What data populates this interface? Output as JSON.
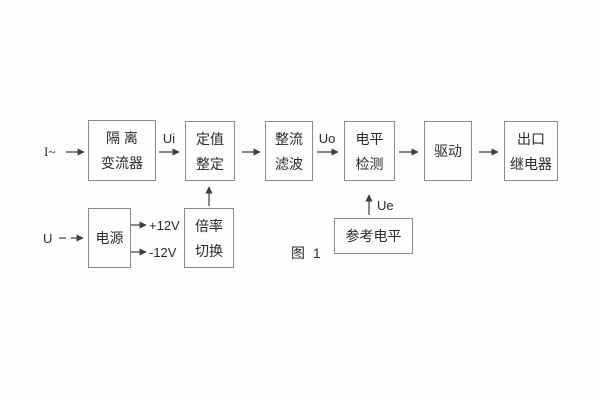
{
  "figure": {
    "caption": "图 1"
  },
  "colors": {
    "background": "#fdfdfd",
    "box_border": "#8a8a8a",
    "text": "#2b2b2b",
    "line": "#3f3f3f"
  },
  "inputs": {
    "current_label": "I~",
    "voltage_label": "U"
  },
  "signal_labels": {
    "ui": "Ui",
    "uo": "Uo",
    "ue": "Ue",
    "plus_12v": "+12V",
    "minus_12v": "-12V"
  },
  "blocks": {
    "isolation_transformer": {
      "lines": [
        "隔 离",
        "变流器"
      ]
    },
    "setpoint_setting": {
      "lines": [
        "定值",
        "整定"
      ]
    },
    "rectify_filter": {
      "lines": [
        "整流",
        "滤波"
      ]
    },
    "level_detect": {
      "lines": [
        "电平",
        "检测"
      ]
    },
    "drive": {
      "lines": [
        "驱动"
      ]
    },
    "output_relay": {
      "lines": [
        "出口",
        "继电器"
      ]
    },
    "power_supply": {
      "lines": [
        "电源"
      ]
    },
    "ratio_switch": {
      "lines": [
        "倍率",
        "切换"
      ]
    },
    "reference_level": {
      "lines": [
        "参考电平"
      ]
    }
  }
}
